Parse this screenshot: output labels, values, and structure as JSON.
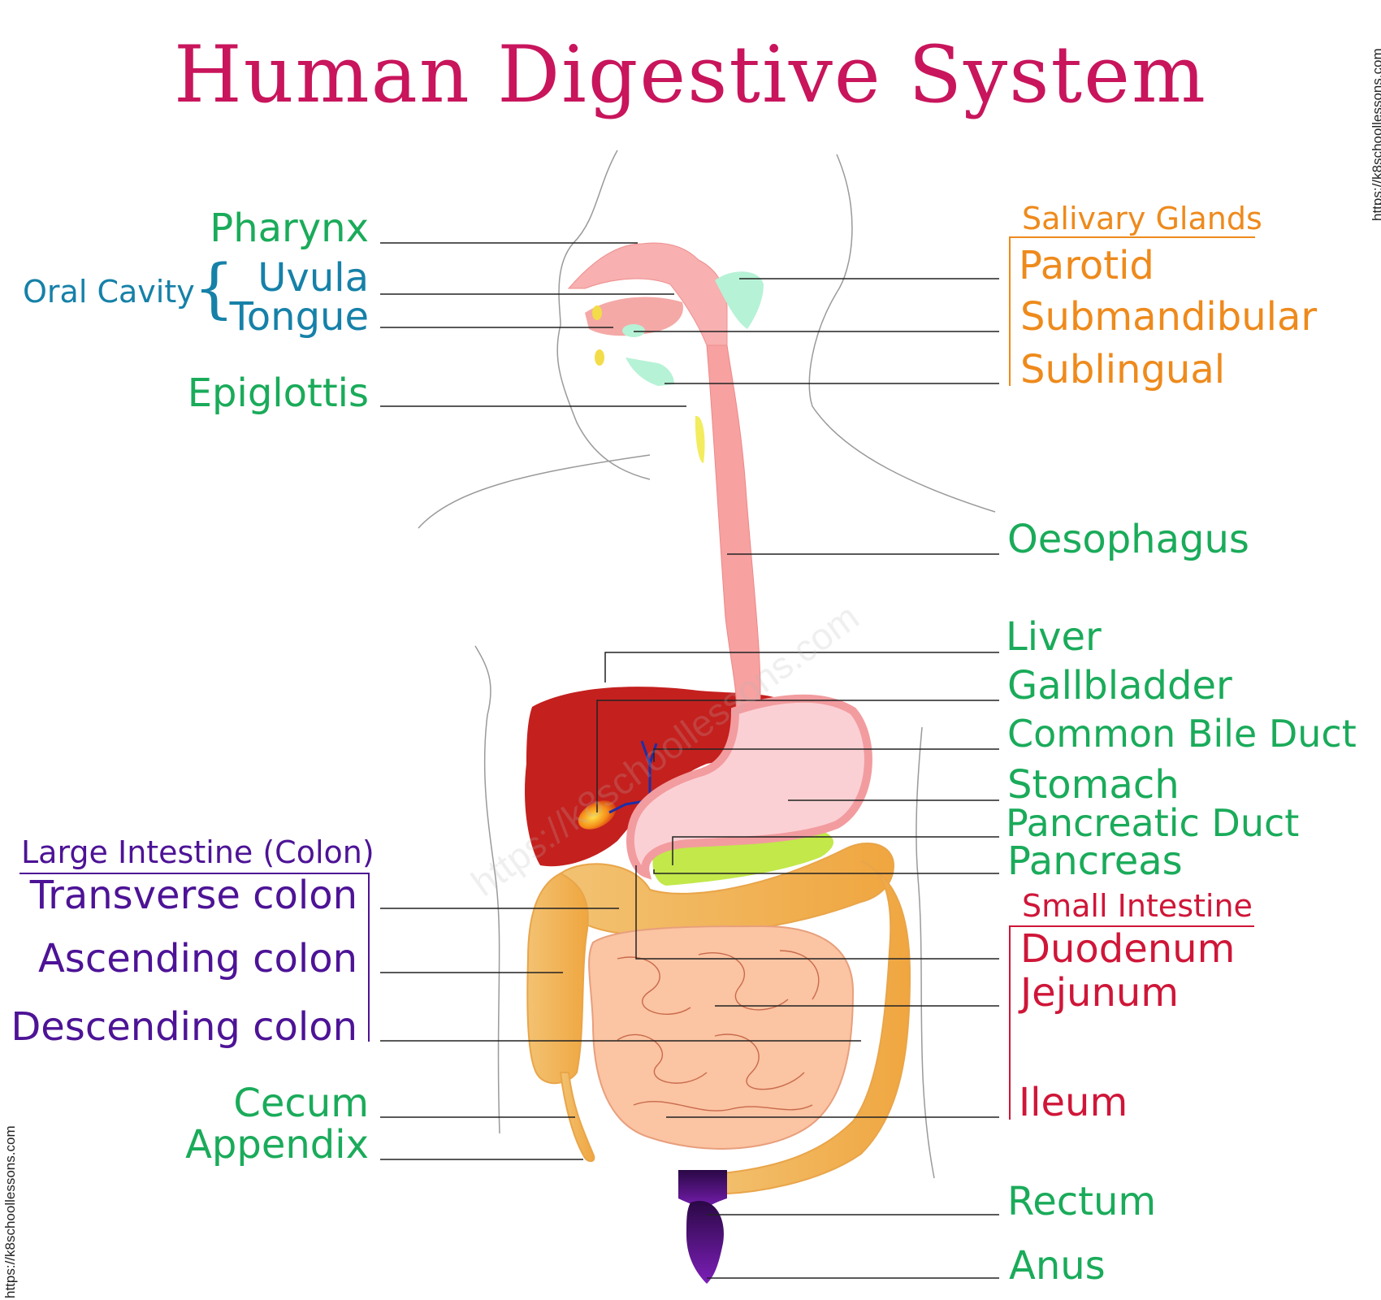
{
  "title": "Human Digestive System",
  "watermarks": {
    "side_top_right": "https://k8schoollessons.com",
    "side_bottom_left": "https://k8schoollessons.com",
    "diagonal": "https://k8schoollessons.com"
  },
  "left_labels": {
    "pharynx": "Pharynx",
    "oral_cavity": "Oral Cavity",
    "uvula": "Uvula",
    "tongue": "Tongue",
    "epiglottis": "Epiglottis",
    "large_intestine": "Large Intestine (Colon)",
    "transverse_colon": "Transverse colon",
    "ascending_colon": "Ascending colon",
    "descending_colon": "Descending colon",
    "cecum": "Cecum",
    "appendix": "Appendix"
  },
  "right_labels": {
    "salivary_glands": "Salivary Glands",
    "parotid": "Parotid",
    "submandibular": "Submandibular",
    "sublingual": "Sublingual",
    "oesophagus": "Oesophagus",
    "liver": "Liver",
    "gallbladder": "Gallbladder",
    "common_bile_duct": "Common Bile Duct",
    "stomach": "Stomach",
    "pancreatic_duct": "Pancreatic Duct",
    "pancreas": "Pancreas",
    "small_intestine": "Small Intestine",
    "duodenum": "Duodenum",
    "jejunum": "Jejunum",
    "ileum": "Ileum",
    "rectum": "Rectum",
    "anus": "Anus"
  },
  "colors": {
    "title": "#c8155c",
    "organ_labels": "#1aab5a",
    "oral_cavity_labels": "#1681a8",
    "salivary_labels": "#ee8a1c",
    "small_intestine_labels": "#cf1638",
    "large_intestine_labels": "#4d1396"
  }
}
